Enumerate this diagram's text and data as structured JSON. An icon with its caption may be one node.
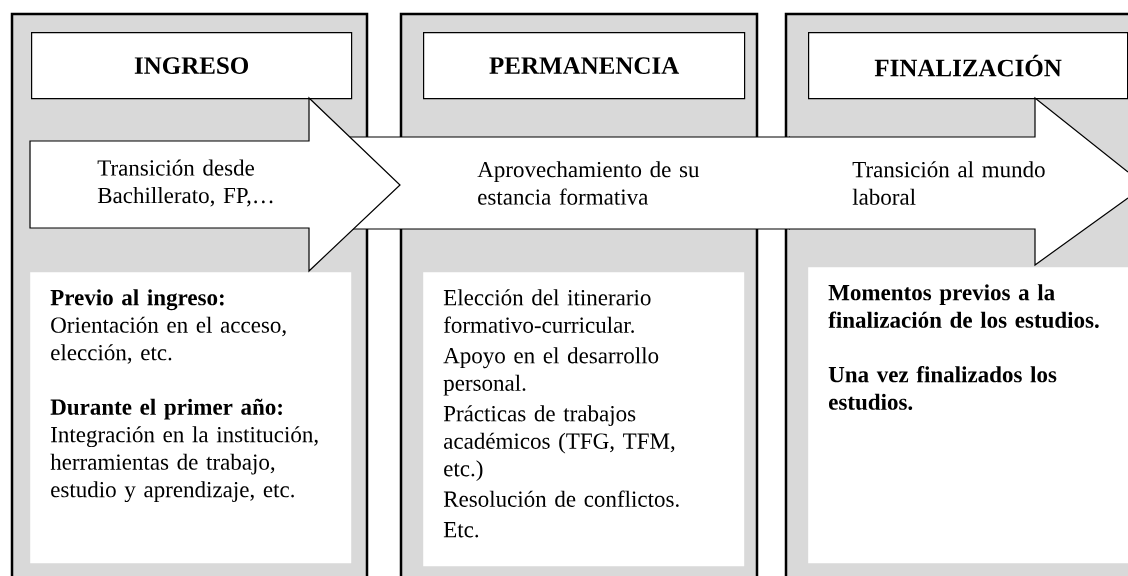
{
  "diagram": {
    "nodes": [
      {
        "text": [],
        "shape": "box"
      },
      {
        "text": [
          "INGRESO"
        ],
        "in": 0
      },
      {
        "text": [
          "Previo al ingreso:",
          "Orientación en el acceso, elección, etc.",
          "Durante el primer año:",
          "Integración en la institución, herramientas de trabajo, estudio y aprendizaje, etc."
        ],
        "in": 0
      },
      {
        "text": [],
        "shape": "box"
      },
      {
        "text": [
          "PERMANENCIA"
        ],
        "in": 3
      },
      {
        "text": [
          "Elección del itinerario formativo-curricular.",
          "Apoyo en el desarrollo personal.",
          "Prácticas de trabajos académicos (TFG, TFM, etc.)",
          "Resolución de conflictos.",
          "Etc."
        ],
        "in": 3
      },
      {
        "text": [],
        "shape": "box"
      },
      {
        "text": [
          "FINALIZACIÓN"
        ],
        "in": 6
      },
      {
        "text": [
          "Momentos previos a la finalización de los estudios.",
          "Una vez finalizados los estudios."
        ],
        "in": 6
      },
      {
        "text": [
          "Transición desde Bachillerato, FP,…"
        ]
      },
      {
        "text": [
          "Aprovechamiento de su estancia formativa"
        ]
      },
      {
        "text": [
          "Transición al mundo laboral"
        ],
        "in": 6
      }
    ]
  }
}
